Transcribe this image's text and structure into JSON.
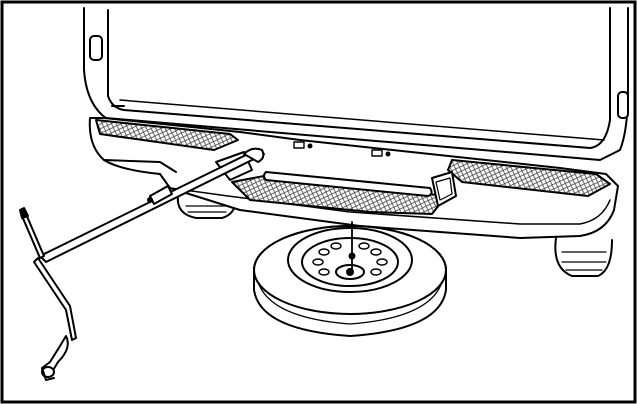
{
  "figure": {
    "frame_color": "#000000",
    "line_color": "#000000",
    "fill_color": "#ffffff",
    "pattern_color": "#444444",
    "subjects": [
      "truck-rear-bumper",
      "spare-tire",
      "lug-wrench",
      "jack-handle-extensions",
      "hoist-shaft"
    ]
  }
}
